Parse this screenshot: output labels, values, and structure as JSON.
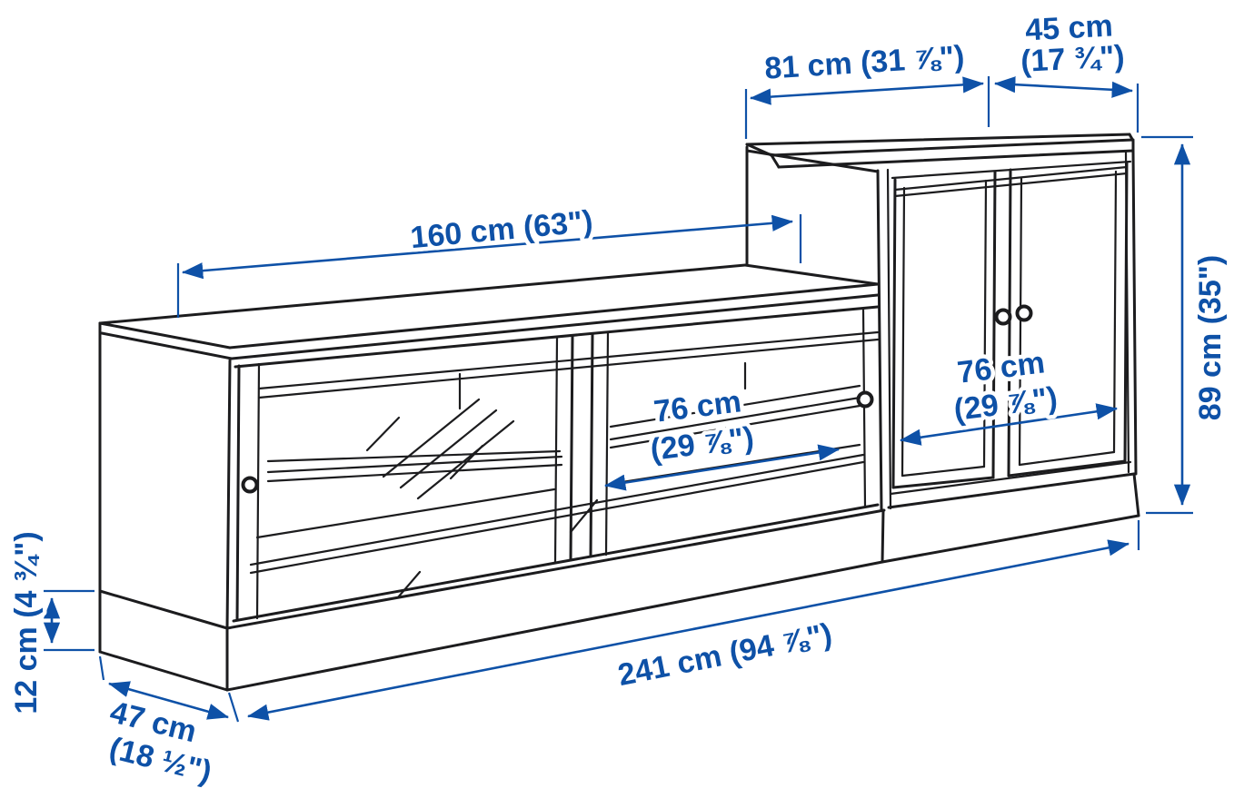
{
  "diagram": {
    "description": "Dimension diagram of a TV storage combination: low TV bench with sliding glass doors and a taller two-door cabinet on the right, standing on a plinth",
    "background_color": "#ffffff",
    "outline_color": "#1c1c1e",
    "annotation_color": "#0e51a7",
    "dimensions": {
      "cabinet_width": {
        "cm": "81",
        "inches": "31 ⅞",
        "line1": "81 cm (31 ⅞\")"
      },
      "cabinet_depth": {
        "cm": "45",
        "inches": "17 ¾",
        "line1": "45 cm",
        "line2": "(17 ¾\")"
      },
      "bench_width": {
        "cm": "160",
        "inches": "63",
        "line1": "160 cm (63\")"
      },
      "cabinet_height": {
        "cm": "89",
        "inches": "35",
        "line1": "89 cm (35\")"
      },
      "bench_opening_width": {
        "cm": "76",
        "inches": "29 ⅞",
        "line1": "76 cm",
        "line2": "(29 ⅞\")"
      },
      "cabinet_opening_width": {
        "cm": "76",
        "inches": "29 ⅞",
        "line1": "76 cm",
        "line2": "(29 ⅞\")"
      },
      "plinth_height": {
        "cm": "12",
        "inches": "4 ¾",
        "line1": "12 cm (4 ¾\")"
      },
      "bench_depth": {
        "cm": "47",
        "inches": "18 ½",
        "line1": "47 cm",
        "line2": "(18 ½\")"
      },
      "total_width": {
        "cm": "241",
        "inches": "94 ⅞",
        "line1": "241 cm (94 ⅞\")"
      }
    }
  }
}
